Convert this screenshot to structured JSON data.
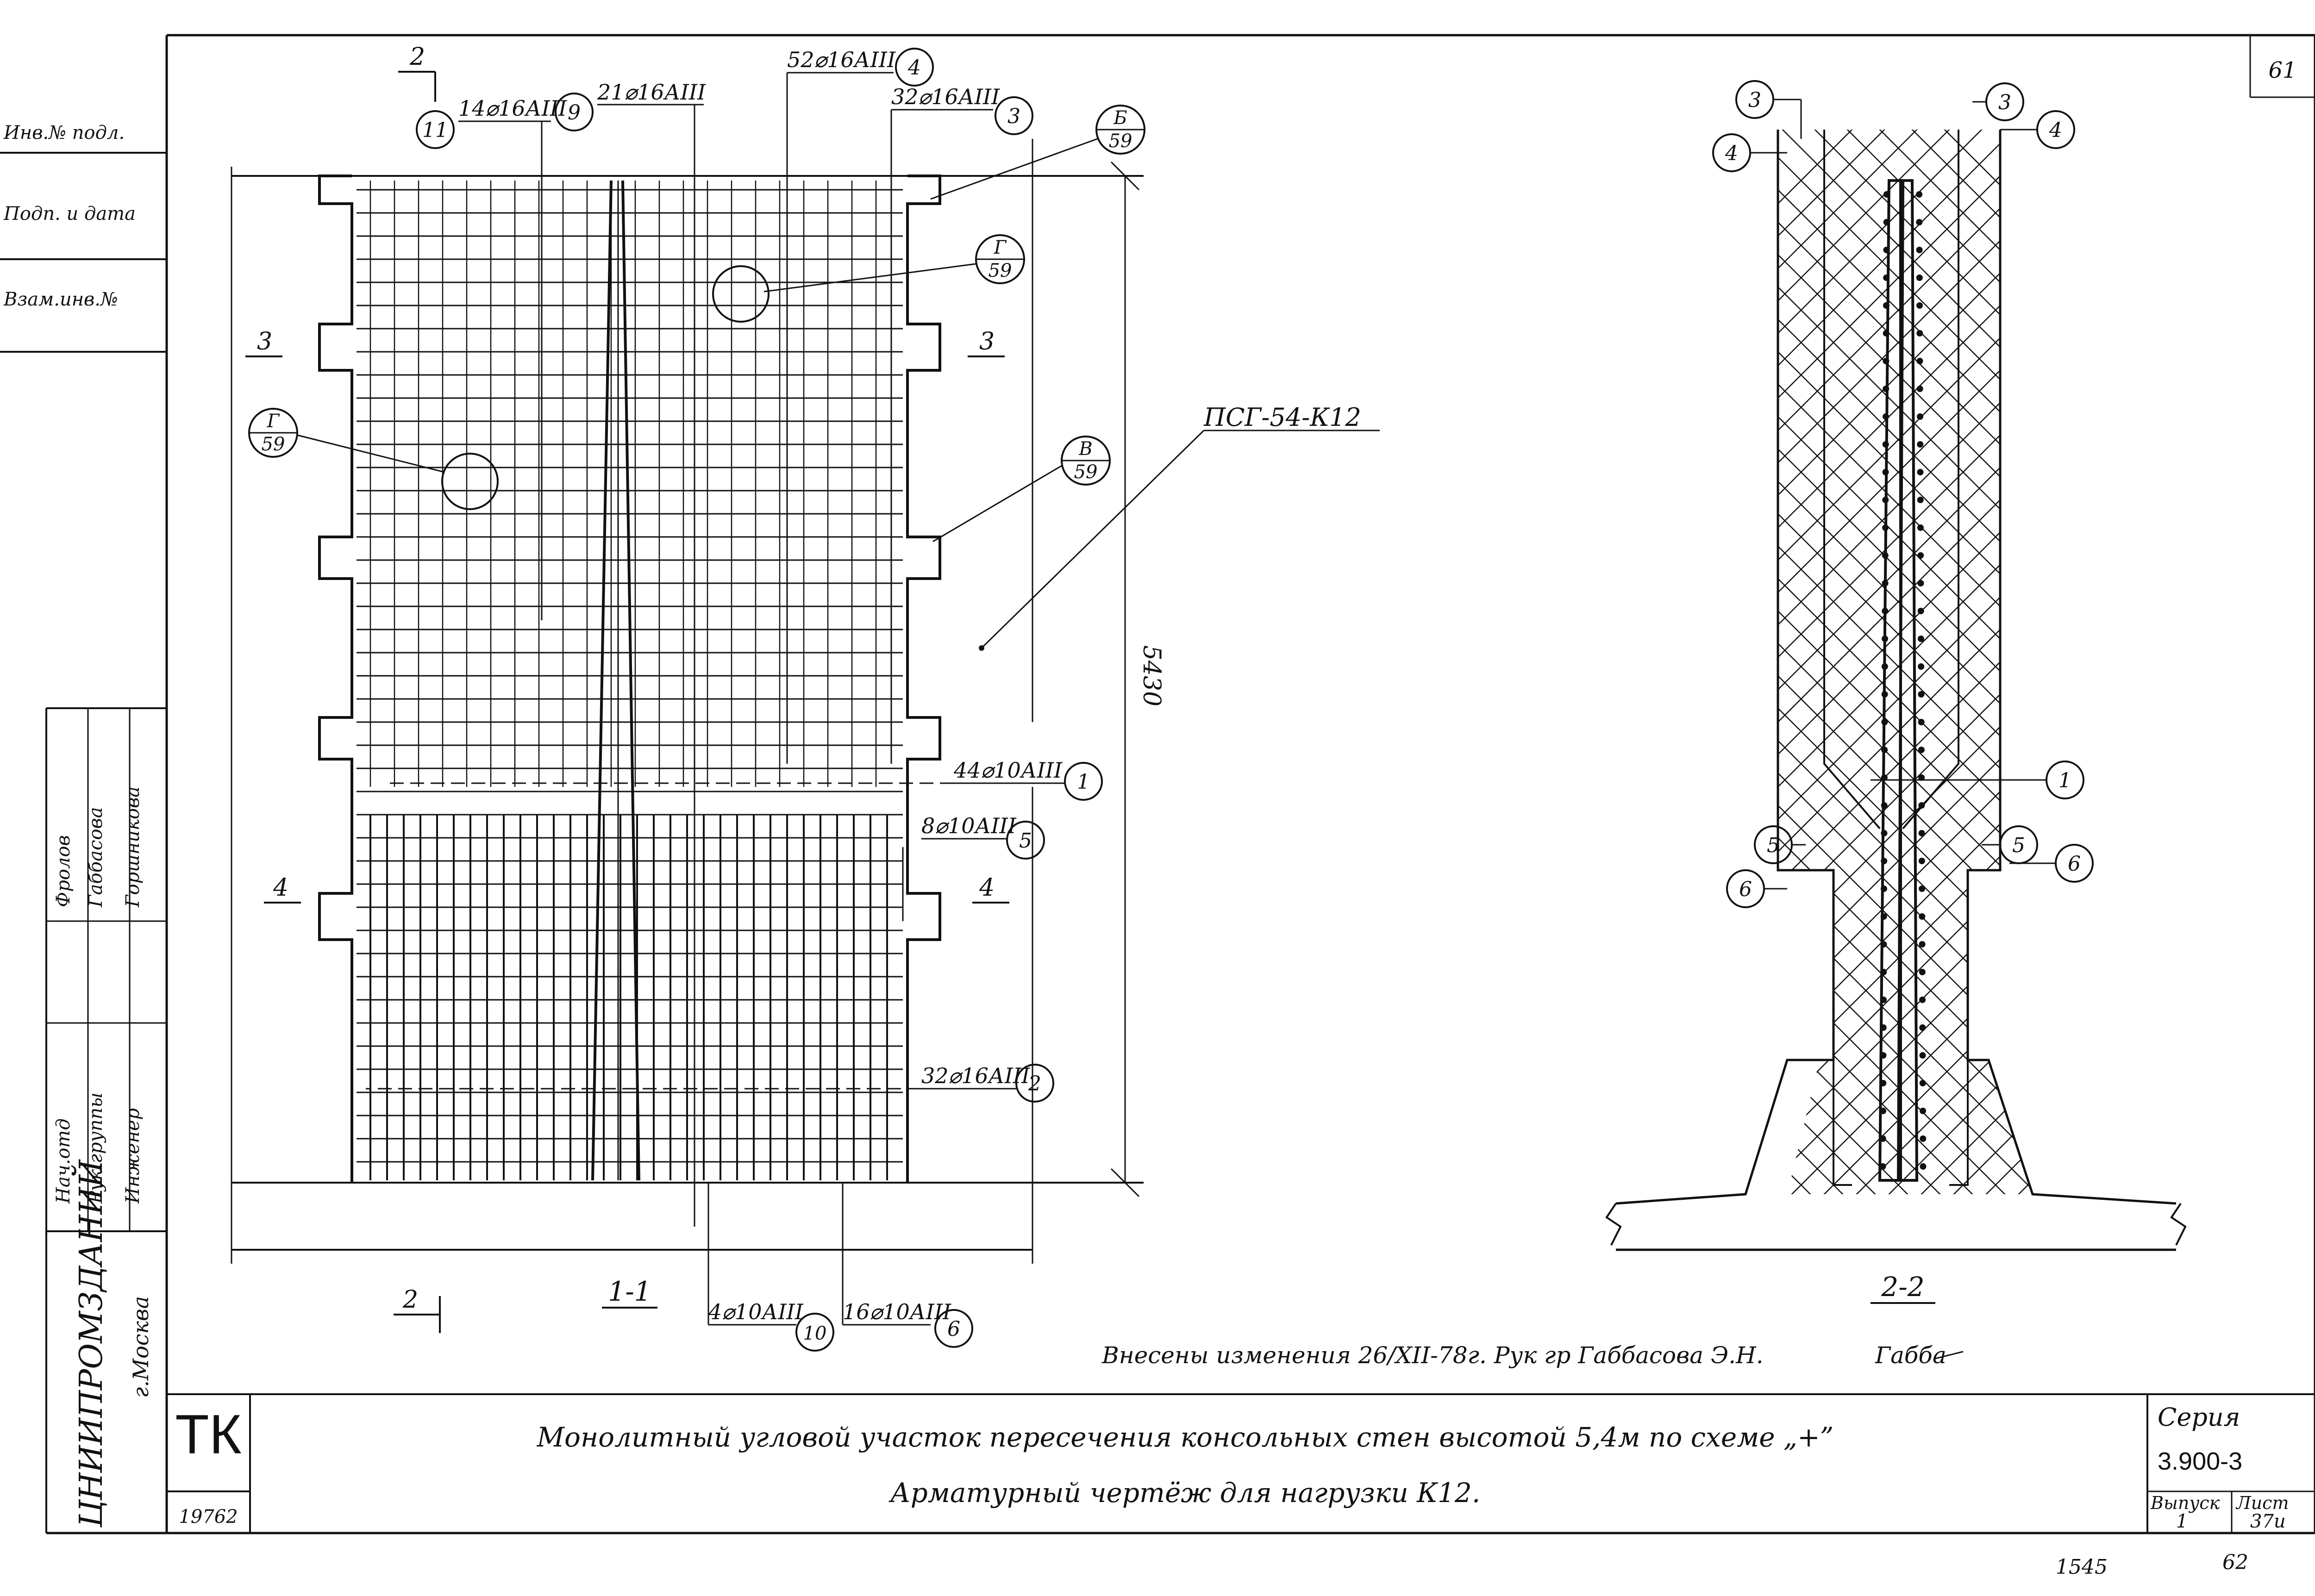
{
  "sheet_number": "61",
  "drawing_code": "ПСГ-54-К12",
  "dimension": "5430",
  "sections": {
    "elevation_label": "1-1",
    "profile_label": "2-2",
    "cut_2": "2",
    "cut_3": "3",
    "cut_4": "4"
  },
  "rebar": {
    "r4": "52⌀16АIII",
    "r3": "32⌀16АIII",
    "r9": "21⌀16АIII",
    "r11": "14⌀16АIII",
    "r1": "44⌀10АIII",
    "r5": "8⌀10АIII",
    "r2": "32⌀16АIII",
    "r10": "4⌀10АIII",
    "r6": "16⌀10АIII"
  },
  "markers": {
    "m1": "1",
    "m2": "2",
    "m3": "3",
    "m4": "4",
    "m5": "5",
    "m6": "6",
    "m9": "9",
    "m10": "10",
    "m11": "11"
  },
  "details": {
    "b_top": "Б",
    "b_bot": "59",
    "g1_top": "Г",
    "g1_bot": "59",
    "g2_top": "Г",
    "g2_bot": "59",
    "v_top": "В",
    "v_bot": "59"
  },
  "change_note": "Внесены изменения 26/XII-78г. Рук гр Габбасова Э.Н.",
  "change_signature": "Габба",
  "title_block": {
    "org_mark": "ТК",
    "inv_number": "19762",
    "title_line1": "Монолитный угловой участок пересечения консольных стен высотой 5,4м по схеме „+”",
    "title_line2": "Арматурный чертёж для нагрузки К12.",
    "series_label": "Серия",
    "series_value": "3.900-3",
    "issue_label": "Выпуск",
    "issue_value": "1",
    "sheet_label": "Лист",
    "sheet_value": "37и"
  },
  "side_stamp": {
    "org": "ЦНИИПРОМЗДАНИЙ",
    "city": "г.Москва",
    "roles": [
      "Нач.отд",
      "Рук.группы",
      "Инженер"
    ],
    "names": [
      "Фролов",
      "Габбасова",
      "Горшникова"
    ],
    "top_rows": [
      "Инв.№ подл.",
      "Подп. и дата",
      "Взам.инв.№"
    ]
  },
  "footer": {
    "left_code": "1545",
    "right_code": "62"
  }
}
